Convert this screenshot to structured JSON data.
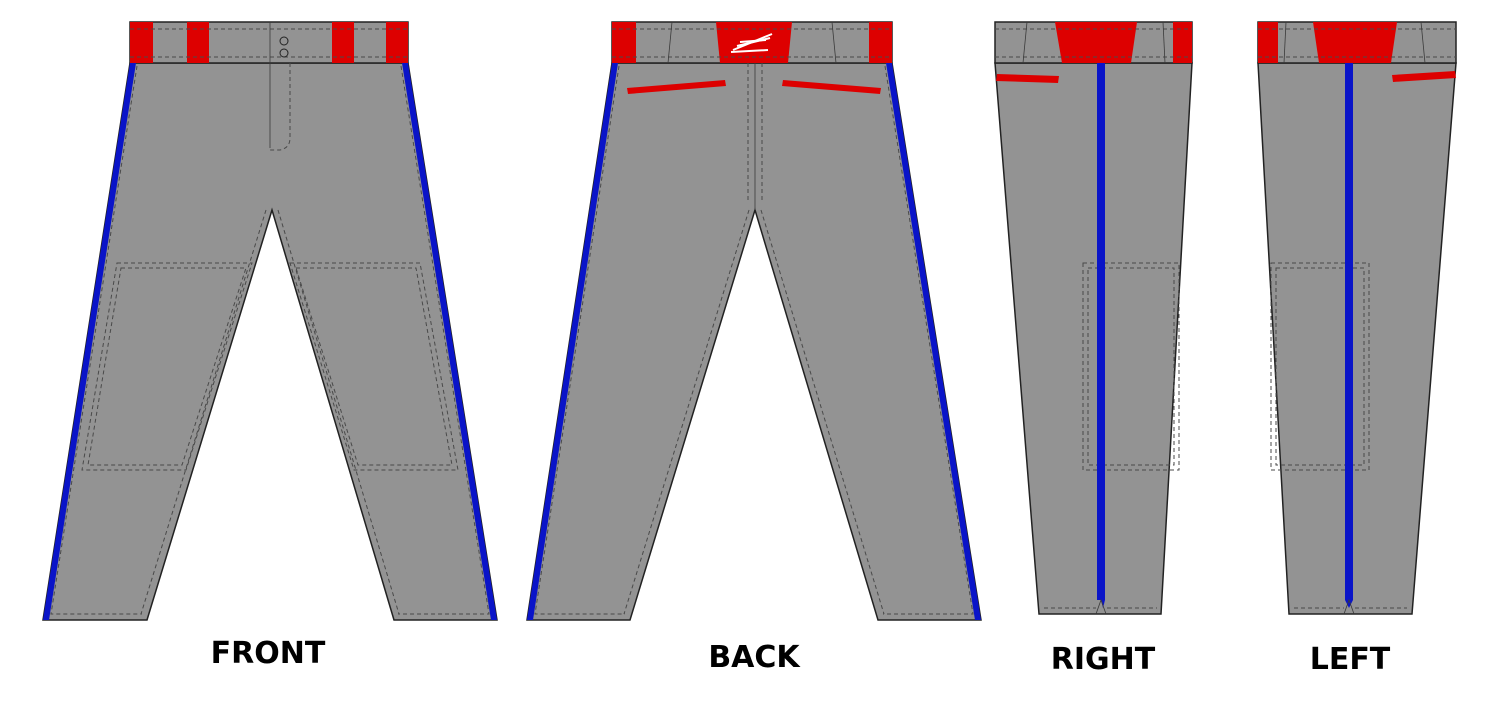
{
  "colors": {
    "body": "#939393",
    "accent_red": "#dd0000",
    "stripe_blue": "#0a14c8",
    "outline": "#222222"
  },
  "views": {
    "front": {
      "label": "FRONT"
    },
    "back": {
      "label": "BACK"
    },
    "right": {
      "label": "RIGHT"
    },
    "left": {
      "label": "LEFT"
    }
  },
  "logo": {
    "icon": "bird-logo-icon"
  }
}
